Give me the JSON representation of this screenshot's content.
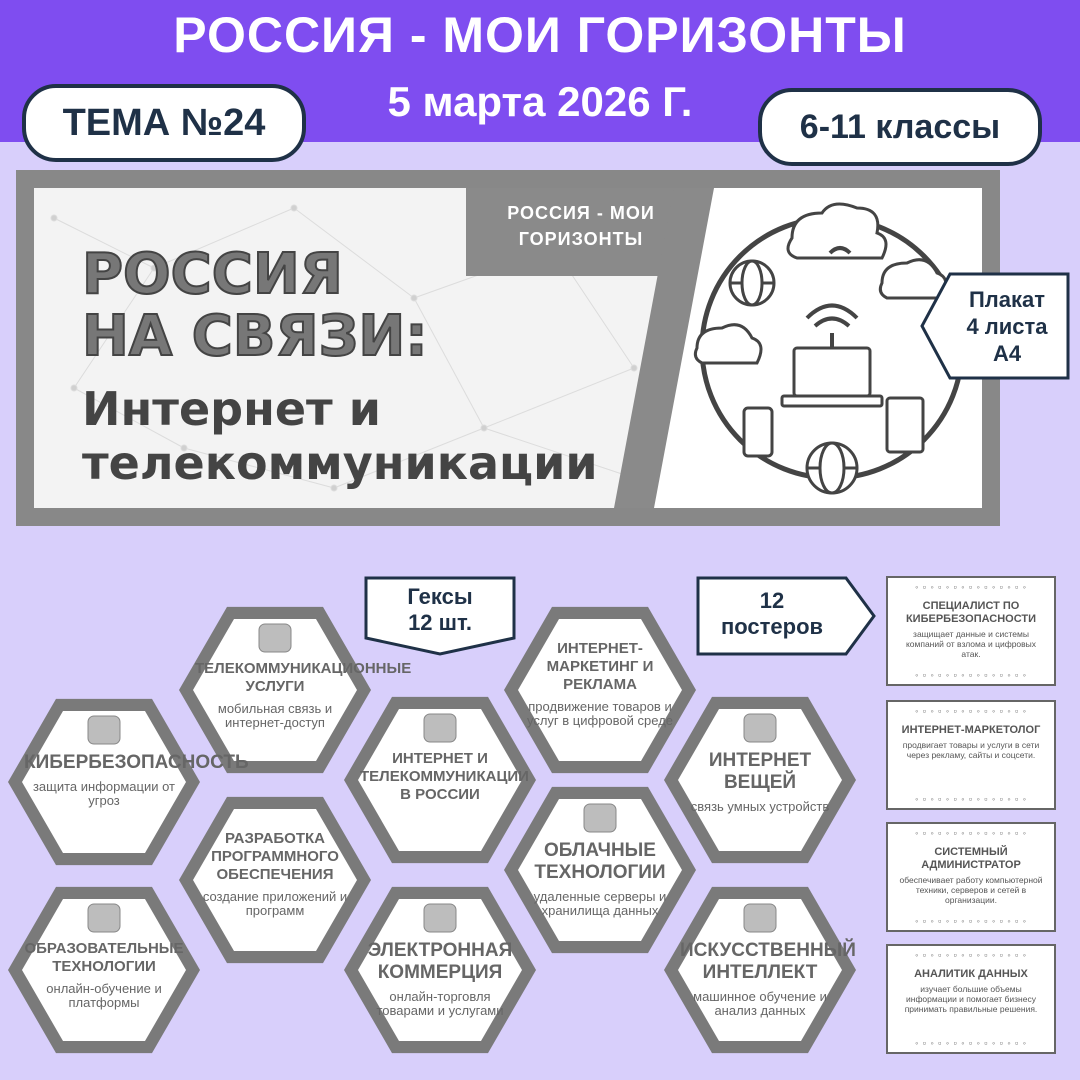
{
  "header": {
    "title": "РОССИЯ - МОИ ГОРИЗОНТЫ",
    "date": "5 марта 2026 Г.",
    "theme": "ТЕМА №24",
    "classes": "6-11 классы"
  },
  "banner": {
    "tag_line1": "РОССИЯ - МОИ",
    "tag_line2": "ГОРИЗОНТЫ",
    "heading_line1": "РОССИЯ",
    "heading_line2": "НА СВЯЗИ:",
    "sub_line1": "Интернет и",
    "sub_line2": "телекоммуникации"
  },
  "callouts": {
    "plakat_line1": "Плакат",
    "plakat_line2": "4 листа",
    "plakat_line3": "А4",
    "hexes_line1": "Гексы",
    "hexes_line2": "12 шт.",
    "posters_line1": "12",
    "posters_line2": "постеров"
  },
  "hexes": [
    {
      "title": "КИБЕРБЕЗОПАСНОСТЬ",
      "desc": "защита информации от угроз",
      "icon": "shield-icon"
    },
    {
      "title": "ТЕЛЕКОММУНИКАЦИОННЫЕ УСЛУГИ",
      "desc": "мобильная связь и интернет-доступ",
      "icon": "phone-signal-icon"
    },
    {
      "title": "ИНТЕРНЕТ И ТЕЛЕКОММУНИКАЦИИ В РОССИИ",
      "desc": "",
      "icon": "wifi-router-icon"
    },
    {
      "title": "ИНТЕРНЕТ-МАРКЕТИНГ И РЕКЛАМА",
      "desc": "продвижение товаров и услуг в цифровой среде",
      "icon": ""
    },
    {
      "title": "ИНТЕРНЕТ ВЕЩЕЙ",
      "desc": "связь умных устройств",
      "icon": "smart-devices-icon"
    },
    {
      "title": "РАЗРАБОТКА ПРОГРАММНОГО ОБЕСПЕЧЕНИЯ",
      "desc": "создание приложений и программ",
      "icon": ""
    },
    {
      "title": "ОБЛАЧНЫЕ ТЕХНОЛОГИИ",
      "desc": "удаленные серверы и хранилища данных",
      "icon": "cloud-server-icon"
    },
    {
      "title": "ОБРАЗОВАТЕЛЬНЫЕ ТЕХНОЛОГИИ",
      "desc": "онлайн-обучение и платформы",
      "icon": "books-icon"
    },
    {
      "title": "ЭЛЕКТРОННАЯ КОММЕРЦИЯ",
      "desc": "онлайн-торговля товарами и услугами",
      "icon": "cart-monitor-icon"
    },
    {
      "title": "ИСКУССТВЕННЫЙ ИНТЕЛЛЕКТ",
      "desc": "машинное обучение и анализ данных",
      "icon": "ai-brain-icon"
    }
  ],
  "posters": [
    {
      "title": "СПЕЦИАЛИСТ ПО КИБЕРБЕЗОПАСНОСТИ",
      "desc": "защищает данные и системы компаний от взлома и цифровых атак."
    },
    {
      "title": "ИНТЕРНЕТ-МАРКЕТОЛОГ",
      "desc": "продвигает товары и услуги в сети через рекламу, сайты и соцсети."
    },
    {
      "title": "СИСТЕМНЫЙ АДМИНИСТРАТОР",
      "desc": "обеспечивает работу компьютерной техники, серверов и сетей в организации."
    },
    {
      "title": "АНАЛИТИК ДАННЫХ",
      "desc": "изучает большие объемы информации и помогает бизнесу принимать правильные решения."
    }
  ],
  "colors": {
    "header_bg": "#7f4df0",
    "page_bg": "#d8cffb",
    "navy": "#1f3147",
    "hex_border": "#7a7a7a"
  }
}
